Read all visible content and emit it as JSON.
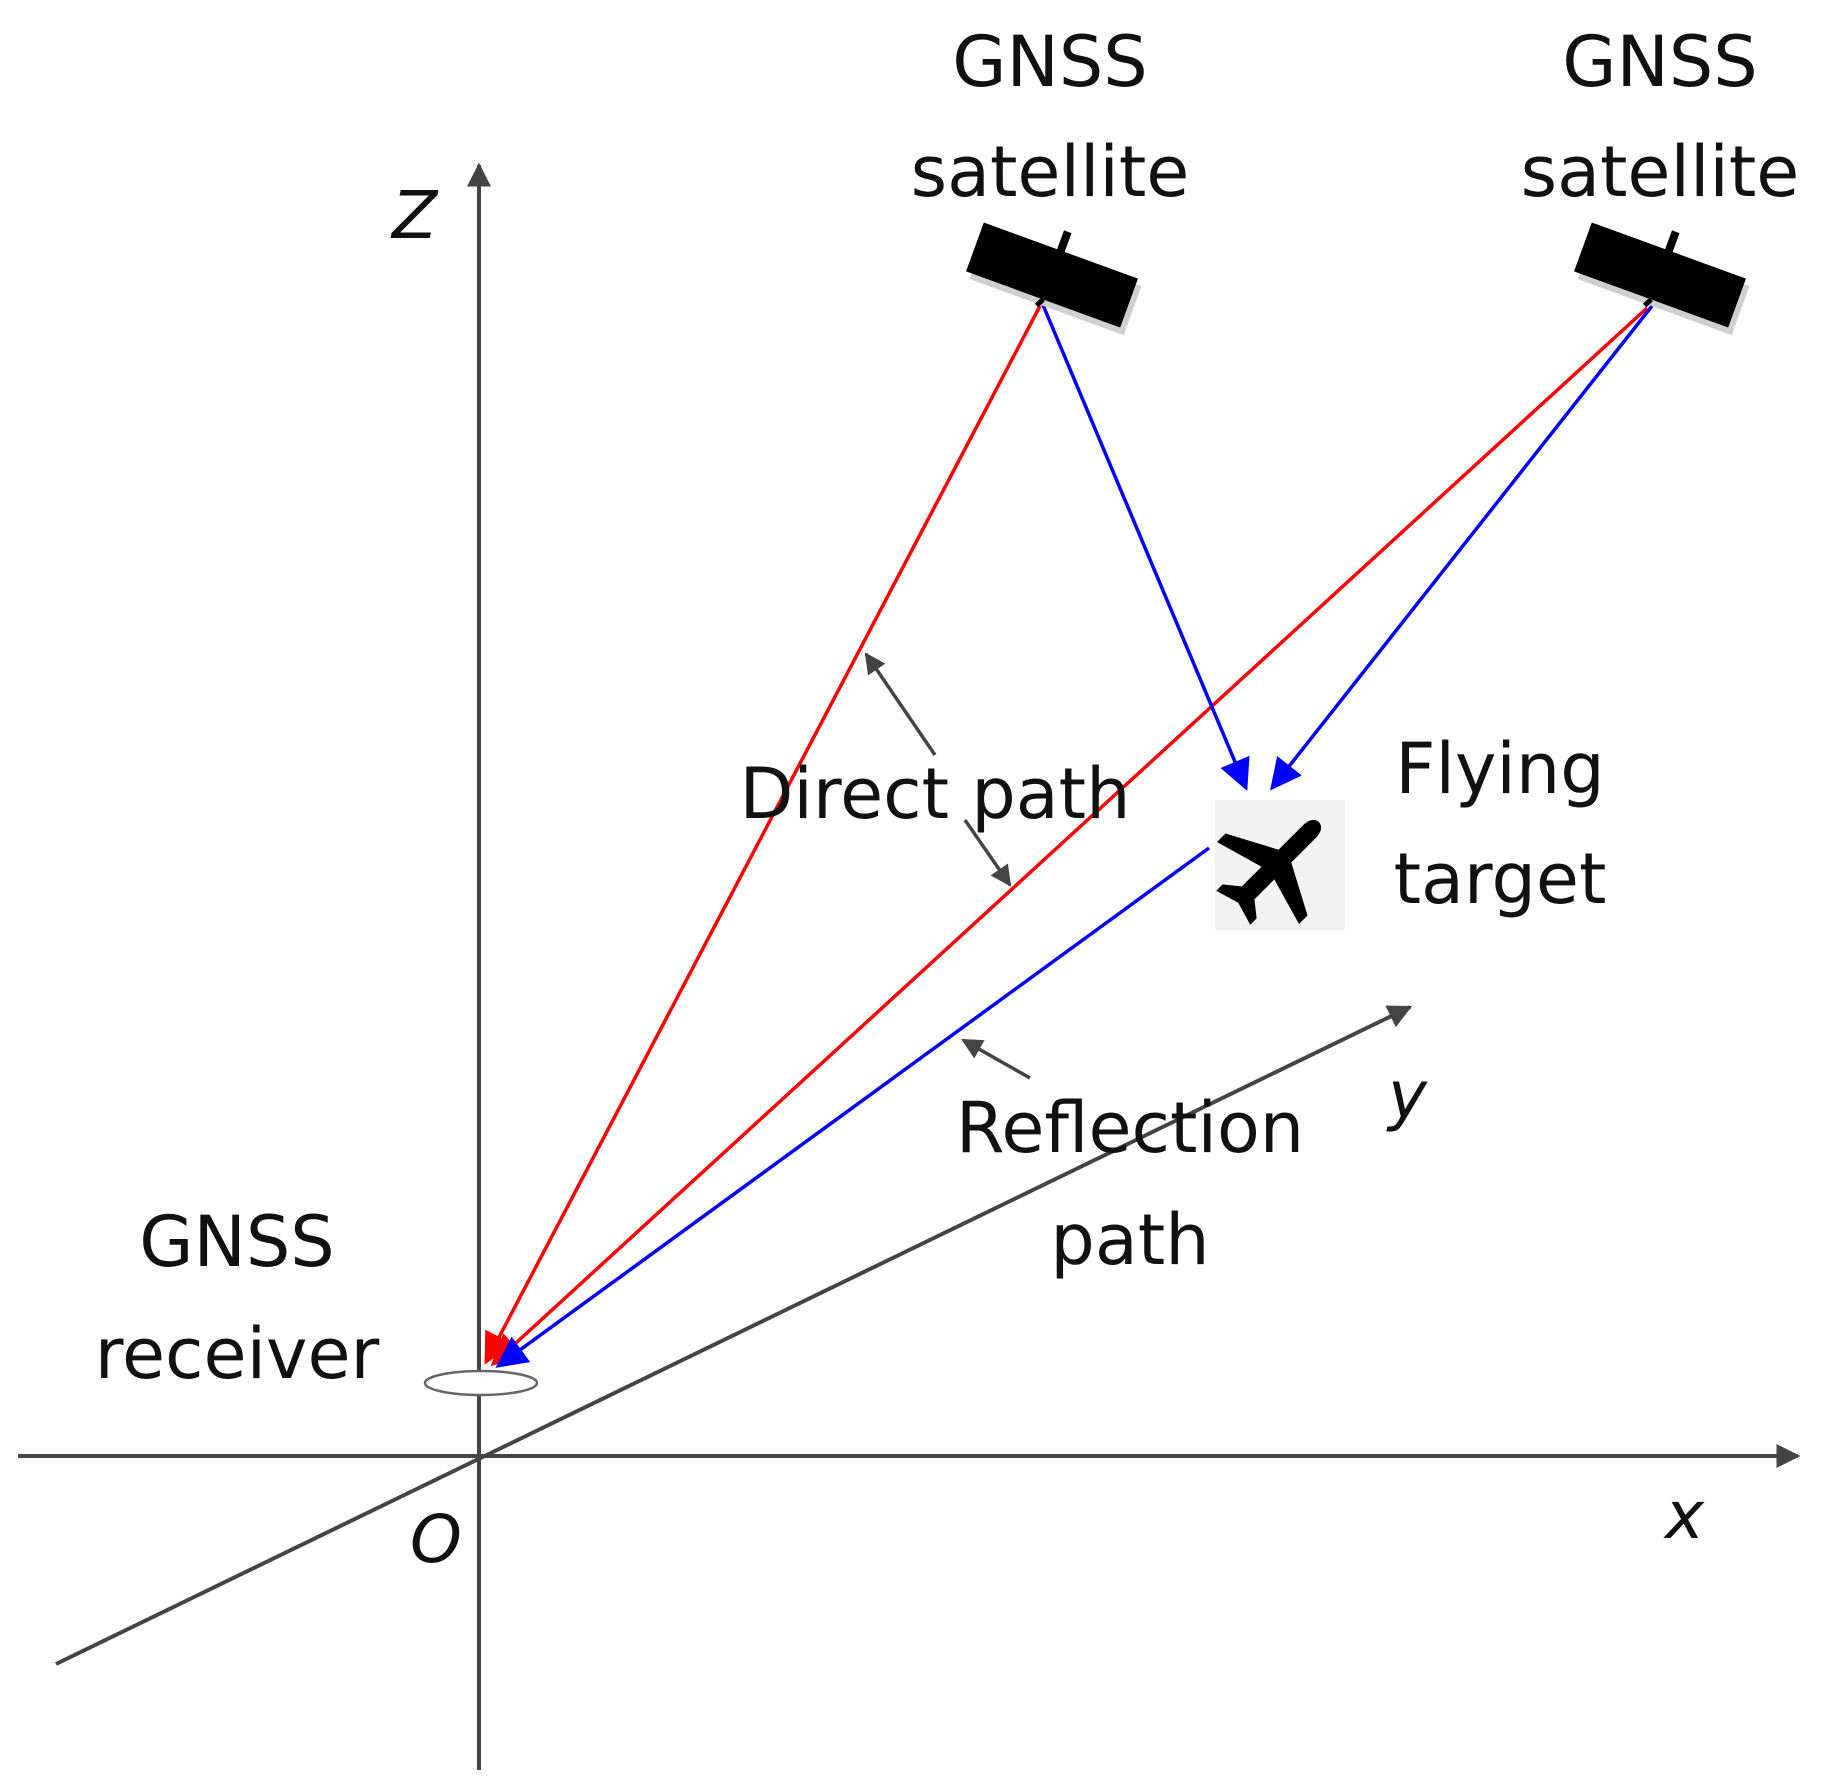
{
  "colors": {
    "direct_path": "#ff0000",
    "reflection_path": "#0000ff",
    "axis": "#444444",
    "pointer_arrow": "#444444",
    "satellite": "#000000",
    "aircraft": "#000000",
    "receiver_fill": "#ffffff",
    "text": "#111111"
  },
  "icons": {
    "satellite": "satellite-icon",
    "aircraft": "airplane-icon",
    "receiver": "receiver-antenna-icon"
  },
  "labels": {
    "satellite_1": {
      "line1": "GNSS",
      "line2": "satellite"
    },
    "satellite_2": {
      "line1": "GNSS",
      "line2": "satellite"
    },
    "target": {
      "line1": "Flying",
      "line2": "target"
    },
    "receiver": {
      "line1": "GNSS",
      "line2": "receiver"
    },
    "direct_path": "Direct path",
    "reflection_path": {
      "line1": "Reflection",
      "line2": "path"
    }
  },
  "axes": {
    "z": "Z",
    "y": "y",
    "x": "x",
    "origin": "O"
  }
}
